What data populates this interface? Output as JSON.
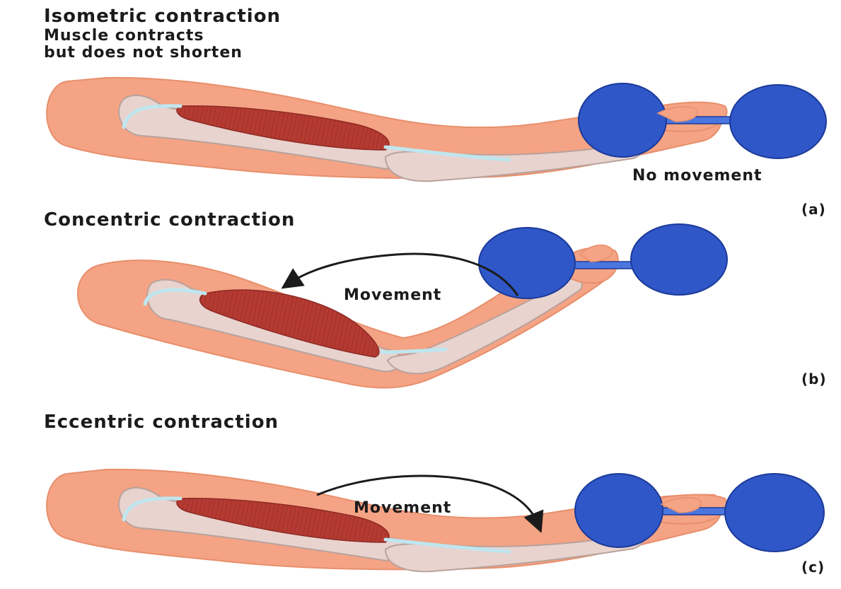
{
  "panels": {
    "a": {
      "title": "Isometric contraction",
      "subtitle_line1": "Muscle contracts",
      "subtitle_line2": "but does not shorten",
      "note": "No movement",
      "letter": "(a)"
    },
    "b": {
      "title": "Concentric contraction",
      "arrow_label": "Movement",
      "letter": "(b)"
    },
    "c": {
      "title": "Eccentric contraction",
      "arrow_label": "Movement",
      "letter": "(c)"
    }
  },
  "colors": {
    "skin": "#f4a384",
    "skin_outline": "#e88f6c",
    "bone": "#e8d3cf",
    "bone_outline": "#b8a29c",
    "muscle": "#b43a32",
    "muscle_dark": "#8e2a24",
    "tendon": "#bfe6ef",
    "dumbbell": "#2f57c8",
    "dumbbell_dark": "#1c3a99",
    "text": "#1b1b1b"
  }
}
